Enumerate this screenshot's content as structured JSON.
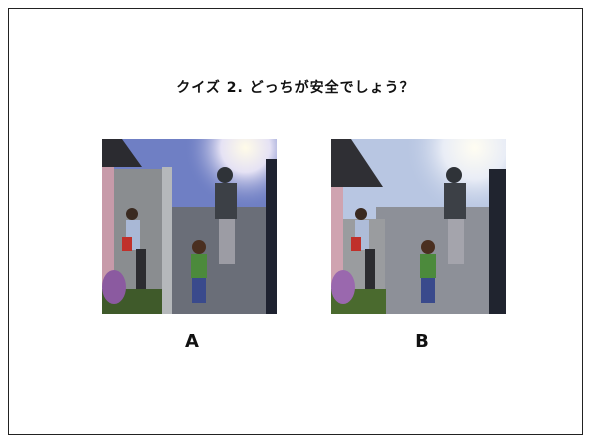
{
  "slide": {
    "title": "クイズ 2.  どっちが安全でしょう？",
    "panels": [
      {
        "label": "A",
        "image": "night-street-scene-dark",
        "sky_color": "#6f7fc4"
      },
      {
        "label": "B",
        "image": "night-street-scene-bright",
        "sky_color": "#b8c6e2"
      }
    ]
  }
}
